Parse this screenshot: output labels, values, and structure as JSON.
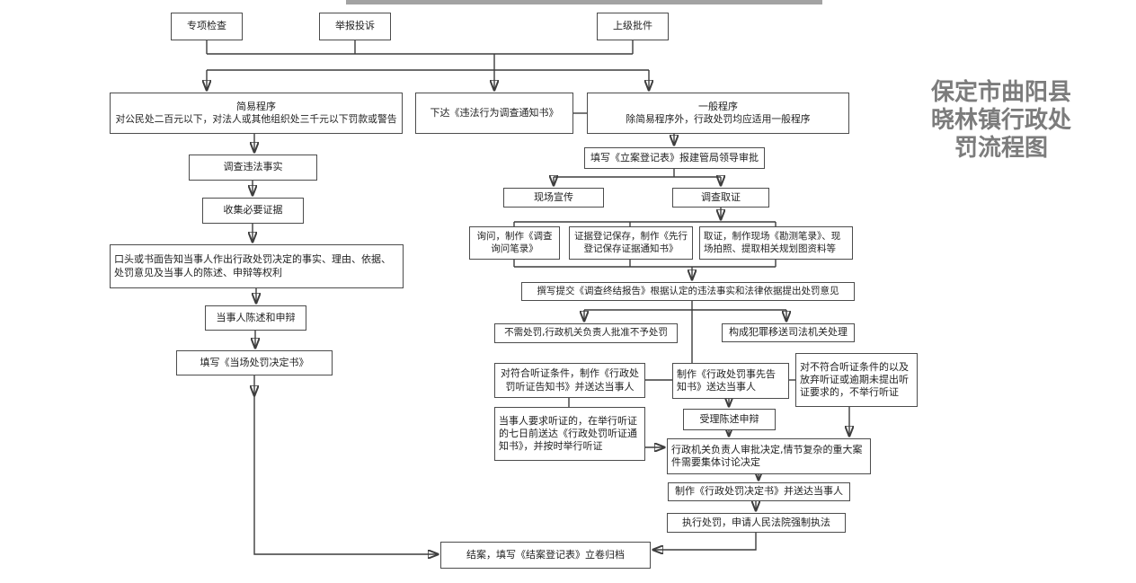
{
  "title": {
    "lines": [
      "保定市曲阳县",
      "晓林镇行政处",
      "罚流程图"
    ]
  },
  "colors": {
    "background": "#ffffff",
    "box_border": "#4c4c4c",
    "box_background": "#ffffff",
    "connector": "#3d3d3d",
    "text": "#222222",
    "title_text": "#7c7c7c",
    "top_bar": "#a3a3a3"
  },
  "nodes": {
    "special_inspection": {
      "label": "专项检查"
    },
    "report_complaint": {
      "label": "举报投诉"
    },
    "superior_approval": {
      "label": "上级批件"
    },
    "simple_procedure": {
      "title": "简易程序",
      "body": "对公民处二百元以下，对法人或其他组织处三千元以下罚款或警告"
    },
    "issue_notice": {
      "label": "下达《违法行为调查通知书》"
    },
    "general_procedure": {
      "title": "一般程序",
      "body": "除简易程序外，行政处罚均应适用一般程序"
    },
    "investigate_facts": {
      "label": "调查违法事实"
    },
    "collect_evidence": {
      "label": "收集必要证据"
    },
    "inform_party": {
      "label": "口头或书面告知当事人作出行政处罚决定的事实、理由、依据、处罚意见及当事人的陈述、申辩等权利"
    },
    "party_statement": {
      "label": "当事人陈述和申辩"
    },
    "onsite_decision": {
      "label": "填写《当场处罚决定书》"
    },
    "case_registration": {
      "label": "填写《立案登记表》报建管局领导审批"
    },
    "onsite_publicity": {
      "label": "现场宣传"
    },
    "investigation_evidence": {
      "label": "调查取证"
    },
    "inquiry_record": {
      "label": "询问，制作《调查询问笔录》"
    },
    "evidence_preservation": {
      "label": "证据登记保存，制作《先行登记保存证据通知书》"
    },
    "evidence_collection": {
      "label": "取证，制作现场《勘测笔录》、现场拍照、提取相关规划图资料等"
    },
    "final_report": {
      "label": "撰写提交《调查终结报告》根据认定的违法事实和法律依据提出处罚意见"
    },
    "no_penalty": {
      "label": "不需处罚,行政机关负责人批准不予处罚"
    },
    "crime_transfer": {
      "label": "构成犯罪移送司法机关处理"
    },
    "hearing_notice": {
      "label": "对符合听证条件，制作《行政处罚听证告知书》并送达当事人"
    },
    "advance_notice": {
      "label": "制作《行政处罚事先告知书》送达当事人"
    },
    "no_hearing": {
      "label": "对不符合听证条件的以及放弃听证或逾期未提出听证要求的，不举行听证"
    },
    "hearing_request": {
      "label": "当事人要求听证的，在举行听证的七日前送达《行政处罚听证通知书》，并按时举行听证"
    },
    "accept_statement": {
      "label": "受理陈述申辩"
    },
    "leader_approval": {
      "label": "行政机关负责人审批决定,情节复杂的重大案件需要集体讨论决定"
    },
    "penalty_decision": {
      "label": "制作《行政处罚决定书》并送达当事人"
    },
    "execute_penalty": {
      "label": "执行处罚，申请人民法院强制执法"
    },
    "close_case": {
      "label": "结案，填写《结案登记表》立卷归档"
    }
  }
}
